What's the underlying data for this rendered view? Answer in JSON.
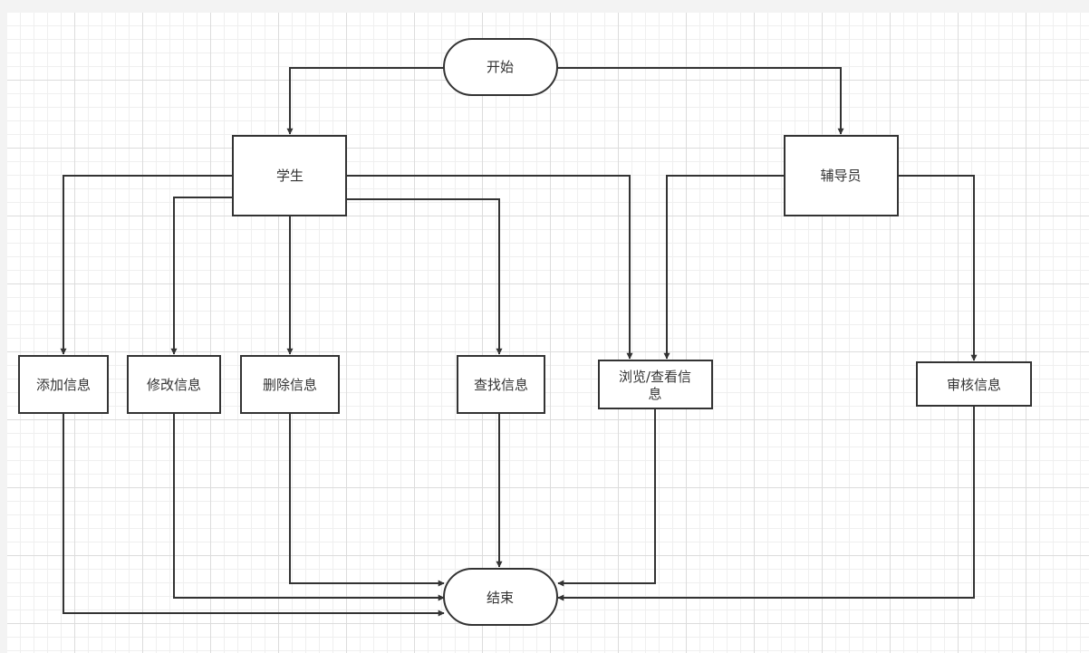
{
  "diagram": {
    "nodes": {
      "start": "开始",
      "student": "学生",
      "counselor": "辅导员",
      "add": "添加信息",
      "modify": "修改信息",
      "delete": "删除信息",
      "search": "查找信息",
      "browse_line1": "浏览/查看信",
      "browse_line2": "息",
      "audit": "审核信息",
      "end": "结束"
    },
    "colors": {
      "stroke": "#333333",
      "fill": "#ffffff"
    }
  }
}
